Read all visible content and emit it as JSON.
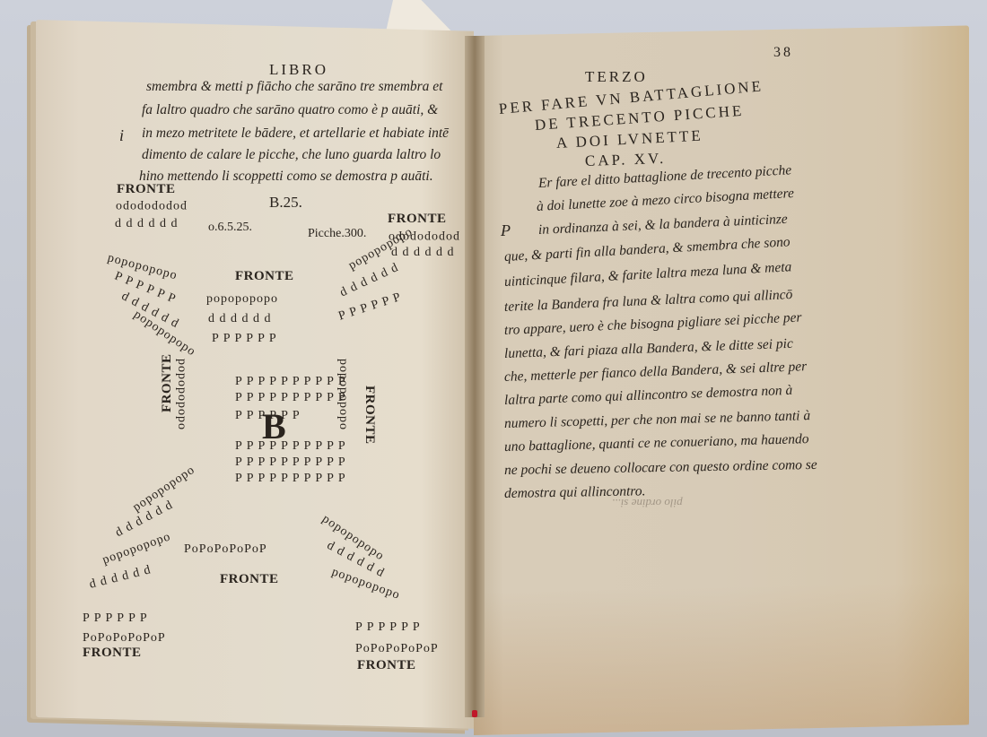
{
  "left_page": {
    "running_head": "LIBRO",
    "body_lines": [
      "smembra & metti p fiācho che sarāno tre smembra et",
      "fa laltro quadro che sarāno quatro como è p auāti, &",
      "in mezo metritete le bādere, et artellarie et habiate intē",
      "dimento de calare le picche, che luno guarda laltro lo",
      "hino mettendo li scoppetti como se demostra p auāti."
    ],
    "margin_note": "i",
    "diagram": {
      "label_b": "B.25.",
      "label_o": "o.6.5.25.",
      "label_picche": "Picche.300.",
      "fronte": "FRONTE",
      "center_letter": "B",
      "row_pd": "popopopopo",
      "row_d": "d d d d d d",
      "row_p": "P P P P P P P P P P",
      "row_p_short": "P P P P P P",
      "row_popop": "PoPoPoPoPoP"
    }
  },
  "right_page": {
    "running_head": "TERZO",
    "folio": "38",
    "chapter_title": [
      "PER FARE VN BATTAGLIONE",
      "DE TRECENTO PICCHE",
      "A DOI LVNETTE",
      "CAP. XV."
    ],
    "drop_initial": "P",
    "body_lines": [
      "Er fare el ditto battaglione de trecento picche",
      "à doi lunette zoe à mezo circo bisogna mettere",
      "in ordinanza à sei, & la bandera à uinticinze",
      "que, & parti fin alla bandera, & smembra che sono",
      "uinticinque filara, & farite laltra meza luna & meta",
      "terite la Bandera fra luna & laltra como qui allincō",
      "tro appare, uero è che bisogna pigliare sei picche per",
      "lunetta, & fari piaza alla Bandera, & le ditte sei pic",
      "che, metterle per fianco della Bandera, & sei altre per",
      "laltra parte como qui allincontro se demostra non à",
      "numero li scopetti, per che non mai se ne banno tanti à",
      "uno battaglione, quanti ce ne conueriano, ma hauendo",
      "ne pochi se deueno collocare con questo ordine como se",
      "demostra qui allincontro."
    ],
    "bleed_through": "pilo ordine si..."
  },
  "colors": {
    "background": "#c9cdd6",
    "paper_left": "#e3dccd",
    "paper_right": "#d7cbb7",
    "ink": "#2a241e",
    "spine_red": "#c0182a"
  }
}
